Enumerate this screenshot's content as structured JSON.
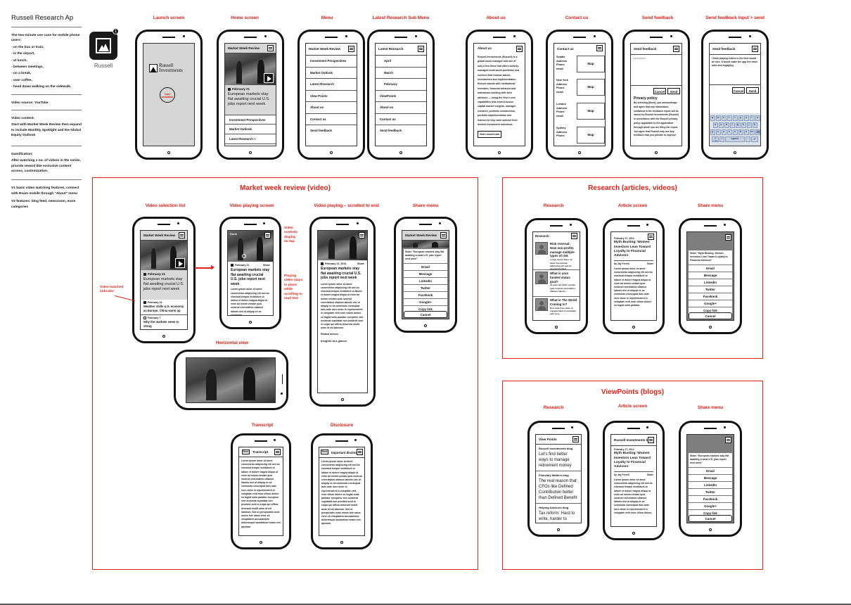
{
  "notes": {
    "title": "Russell Research Ap",
    "use_case_intro": "The two-minute use case for mobile phone users:",
    "use_cases": [
      "- on the bus or train,",
      "- in the airport,",
      "- at lunch,",
      "- between meetings,",
      "- on a break,",
      "- over coffee,",
      "- head down walking on the sidewalk."
    ],
    "video_source": "Video source: YouTube",
    "video_content_title": "Video content:",
    "video_content": "Start with Market Week Review then expand to include Monthly Spotlight and the Global Equity Outlook",
    "gamification_title": "Gamification:",
    "gamification": "After watching x no. of videos in the series, provide reward like exclusive content access, customization.",
    "v1": "V1 basic video watching features, connect with Rsam mobile through \"About\" menu",
    "v2": "V2 features: blog feed, newsroom, more categories"
  },
  "app_icon": {
    "label": "Russell",
    "badge": "1"
  },
  "top_row": {
    "launch": {
      "label": "Launch screen",
      "logo_line1": "Russell",
      "logo_line2": "Investments",
      "animation_note": "load animation"
    },
    "home": {
      "label": "Home screen",
      "header": "Market Week Review",
      "date": "February 21",
      "headline": "European markets stay flat awaiting crucial U.S. jobs report next week",
      "items": [
        "Investment Perspectives",
        "Market Outlook",
        "Latest Research  >"
      ]
    },
    "menu": {
      "label": "Menu",
      "header": "Market Week Review",
      "items": [
        "Investment Perspectives",
        "Market Outlook",
        "Latest Research",
        "View Points",
        "About us",
        "Contact us",
        "Send feedback"
      ]
    },
    "latest_research": {
      "label": "Latest Research Sub Menu",
      "header": "Latest Research",
      "sub_items": [
        "April",
        "March",
        "February"
      ],
      "items": [
        "ViewPoints",
        "About us",
        "Contact us",
        "Send feedback"
      ]
    },
    "about": {
      "label": "About us",
      "header": "About us",
      "body": "Russell Investments (Russell) is a global asset manager and one of only a few firms that offers actively managed multi-asset portfolios and services that include advice, investments and implementation. Russell stands with institutional investors, financial advisors and individuals working with their advisors — using the firm's core capabilities that extend across capital market insights, manager research, portfolio construction, portfolio implementation and indexes to help each achieve their desired investment outcomes.",
      "button": "Visit russell.com"
    },
    "contact": {
      "label": "Contact us",
      "header": "Contact us",
      "offices": [
        {
          "city": "Seattle",
          "lines": [
            "Address",
            "Phone",
            "email"
          ],
          "map": "Map"
        },
        {
          "city": "New York",
          "lines": [
            "Address",
            "Phone",
            "email"
          ],
          "map": "Map"
        },
        {
          "city": "London",
          "lines": [
            "Address",
            "Phone",
            "email"
          ],
          "map": "Map"
        },
        {
          "city": "Sydney",
          "lines": [
            "Address",
            "Phone"
          ],
          "map": "Map"
        }
      ]
    },
    "feedback": {
      "label": "Send feedback",
      "header": "Send feedback",
      "placeholder": "Description",
      "cancel": "Cancel",
      "send": "Send",
      "privacy_title": "Privacy policy",
      "privacy_body": "By selecting [Send], you acknowledge and agree that any information contained in the feedback report will be stored by Russell Investments (Russell) in accordance with the Russell privacy policy applicable to the application through which you are filing the report. You agree that Russell may use any feedback that you provide to improve"
    },
    "feedback_send": {
      "label": "Send feedback input > send",
      "header": "Send feedback",
      "typed_text": "I think playing videos in the feed would be nice. It would make the app feel more alive and engaging.",
      "cancel": "Cancel",
      "send": "Send",
      "keyboard_rows": [
        [
          "q",
          "w",
          "e",
          "r",
          "t",
          "y",
          "u",
          "i",
          "o",
          "p"
        ],
        [
          "a",
          "s",
          "d",
          "f",
          "g",
          "h",
          "j",
          "k",
          "l"
        ],
        [
          "⇧",
          "z",
          "x",
          "c",
          "v",
          "b",
          "n",
          "m",
          "⌫"
        ],
        [
          "?123",
          "☺",
          "space",
          ".",
          "↵"
        ]
      ]
    }
  },
  "market_section": {
    "title": "Market week review (video)",
    "selection": {
      "label": "Video selection list",
      "header": "Market Week Review",
      "date": "February 21",
      "headline": "European markets stay flat awaiting crucial U.S. jobs report next week",
      "items": [
        {
          "date": "February 14",
          "title": "Weather chills U.S. economy as Europe, China warm up",
          "watched": true
        },
        {
          "date": "February 7",
          "title": "Why the markets seem to shrug",
          "watched": false
        }
      ],
      "annotation": "Video watched indicator"
    },
    "playing": {
      "label": "Video playing screen",
      "done": "Done",
      "date": "February 21",
      "share": "Share",
      "headline": "European markets stay flat awaiting crucial U.S. jobs report next week",
      "annotation_top": "Video controls display on tap.",
      "annotation_side": "Playing video stays in place while scrolling to read text"
    },
    "scrolled": {
      "label": "Video playing – scrolled to end",
      "date": "February 21, 2014",
      "share": "Share",
      "headline": "European markets stay flat awaiting crucial U.S. jobs report next week",
      "footer1": "Related articles",
      "footer2": "Insights at a glance"
    },
    "share": {
      "label": "Share menu",
      "header": "Market Week Review",
      "prompt": "Share \"European markets stay flat awaiting crucial U.S. jobs report next week\"",
      "options": [
        "Email",
        "Message",
        "LinkedIn",
        "Twitter",
        "Facebook",
        "Google+",
        "Copy link"
      ],
      "cancel": "Cancel"
    },
    "horizontal": {
      "label": "Horizontal view"
    },
    "transcript": {
      "label": "Transcript",
      "back": "Back",
      "header": "Transcript"
    },
    "disclosure": {
      "label": "Disclosure",
      "back": "Back",
      "header": "Important disclosure"
    }
  },
  "research_section": {
    "title": "Research (articles, videos)",
    "list": {
      "label": "Research",
      "header": "Research",
      "items": [
        "Risk reversal: How non-profits manage multiple types of risk",
        "What is your funded status goal?",
        "What is The World Coming to?"
      ]
    },
    "article": {
      "label": "Article screen",
      "date": "February 27, 2014",
      "headline": "Myth Busting: Women Investors Lean Toward Loyalty to Financial Advisors",
      "byline": "by Jay Ferrell",
      "share": "Share"
    },
    "share": {
      "label": "Share menu",
      "prompt": "Share \"Myth Busting: Women Investors Lean Toward Loyalty to Financial Advisors\"",
      "options": [
        "Email",
        "Message",
        "LinkedIn",
        "Twitter",
        "Facebook",
        "Google+",
        "Copy link"
      ],
      "cancel": "Cancel"
    }
  },
  "viewpoints_section": {
    "title": "ViewPoints (blogs)",
    "list": {
      "label": "Research",
      "header": "View Points",
      "items": [
        {
          "source": "Russell Investments blog",
          "title": "Let's find better ways to manage retirement money"
        },
        {
          "source": "Fiduciary Matters blog",
          "title": "The real reason that CFOs like Defined Contribution better than Defined Benefit"
        },
        {
          "source": "Helping Advisors blog",
          "title": "Tax reform: Hard to write, harder to implement"
        }
      ]
    },
    "article": {
      "label": "Article screen",
      "header": "Russell Investments blog",
      "date": "February 27, 2014",
      "headline": "Myth Busting: Women Investors Lean Toward Loyalty to Financial Advisors",
      "byline": "by Jay Ferrell",
      "share": "Share"
    },
    "share": {
      "label": "Share menu",
      "prompt": "Share \"European markets stay flat awaiting crucial U.S. jobs report next week\"",
      "options": [
        "Email",
        "Message",
        "LinkedIn",
        "Twitter",
        "Facebook",
        "Google+",
        "Copy link"
      ],
      "cancel": "Cancel"
    }
  },
  "placeholder_text": "Lorem ipsum dolor sit amet consectetur adipiscing elit sed do eiusmod tempor incididunt ut labore et dolore magna aliqua ut enim ad minim veniam quis nostrud exercitation ullamco laboris nisi ut aliquip ex ea commodo consequat duis aute irure dolor in reprehenderit in voluptate velit esse cillum dolore eu fugiat nulla pariatur excepteur sint occaecat cupidatat non proident sunt in culpa qui officia deserunt mollit anim id est laborum.",
  "colors": {
    "accent": "#e2231a",
    "screen_gray": "#d6d6d6",
    "overlay_gray": "#7e7e7e"
  }
}
